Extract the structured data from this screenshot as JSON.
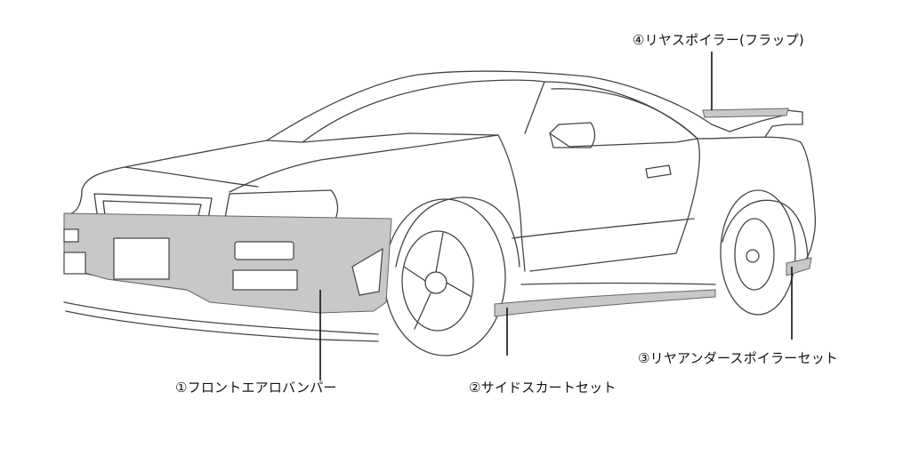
{
  "parts": [
    {
      "label": "①フロントエアロバンパー"
    },
    {
      "label": "②サイドスカートセット"
    },
    {
      "label": "③リヤアンダースポイラーセット"
    },
    {
      "label": "④リヤスポイラー(フラップ)"
    }
  ],
  "colors": {
    "line": "#444444",
    "highlight": "#c8c8c8",
    "leader": "#111111"
  }
}
